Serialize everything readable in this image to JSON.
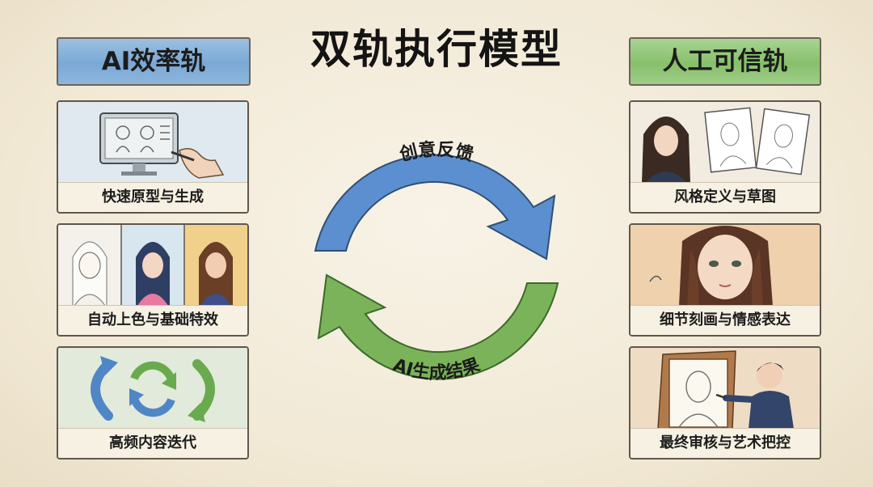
{
  "title": "双轨执行模型",
  "ai_track": {
    "label": "AI效率轨",
    "cards": [
      {
        "caption": "快速原型与生成"
      },
      {
        "caption": "自动上色与基础特效"
      },
      {
        "caption": "高频内容迭代"
      }
    ]
  },
  "human_track": {
    "label": "人工可信轨",
    "cards": [
      {
        "caption": "风格定义与草图"
      },
      {
        "caption": "细节刻画与情感表达"
      },
      {
        "caption": "最终审核与艺术把控"
      }
    ]
  },
  "cycle": {
    "top_arrow_label": "创意反馈",
    "bottom_arrow_label": "AI生成结果",
    "top_color": "#5b8fd0",
    "bottom_color": "#7bb35a"
  },
  "colors": {
    "ai_accent": "#7aa8d6",
    "human_accent": "#87c06b",
    "paper": "#f3ecdc"
  }
}
